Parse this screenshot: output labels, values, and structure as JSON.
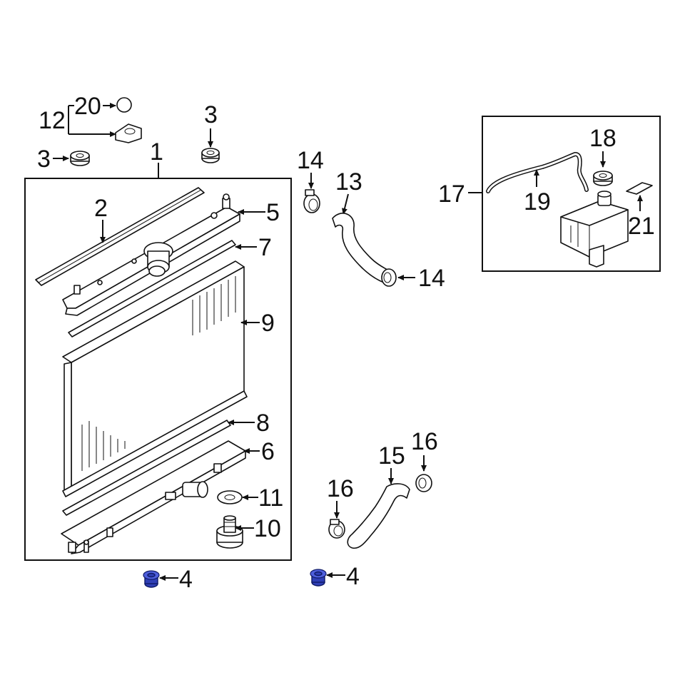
{
  "diagram": {
    "callouts": {
      "c1": "1",
      "c2": "2",
      "c3a": "3",
      "c3b": "3",
      "c4a": "4",
      "c4b": "4",
      "c5": "5",
      "c6": "6",
      "c7": "7",
      "c8": "8",
      "c9": "9",
      "c10": "10",
      "c11": "11",
      "c12": "12",
      "c13": "13",
      "c14a": "14",
      "c14b": "14",
      "c15": "15",
      "c16a": "16",
      "c16b": "16",
      "c17": "17",
      "c18": "18",
      "c19": "19",
      "c20": "20",
      "c21": "21"
    },
    "colors": {
      "line": "#111111",
      "highlight": "#2f3fb5",
      "background": "#ffffff"
    }
  }
}
